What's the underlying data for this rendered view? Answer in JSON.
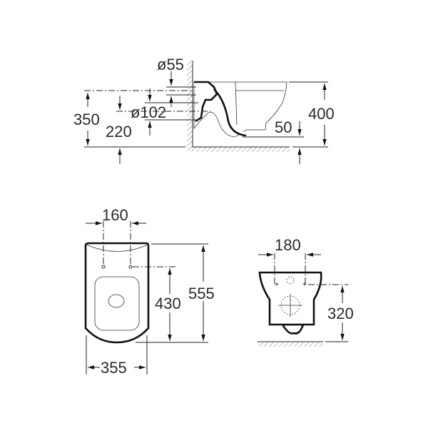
{
  "side_view": {
    "dims": {
      "d55": "ø55",
      "d102": "ø102",
      "h350": "350",
      "h220": "220",
      "h400": "400",
      "h50": "50"
    }
  },
  "top_view": {
    "dims": {
      "w160": "160",
      "h430": "430",
      "h555": "555",
      "w355": "355"
    }
  },
  "front_view": {
    "dims": {
      "w180": "180",
      "h320": "320"
    }
  }
}
